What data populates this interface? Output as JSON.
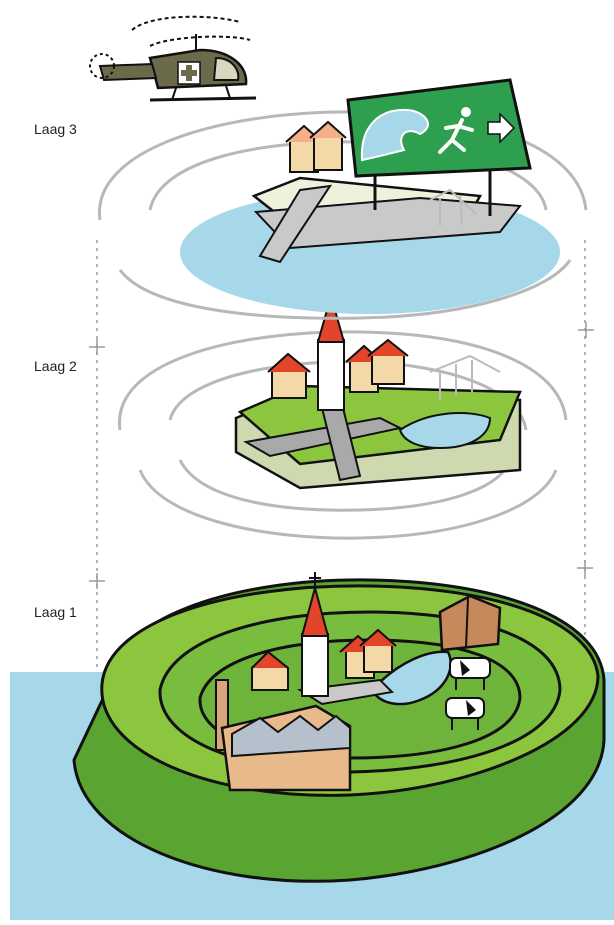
{
  "labels": {
    "layer3": "Laag 3",
    "layer2": "Laag 2",
    "layer1": "Laag 1"
  },
  "colors": {
    "water": "#a6d8ea",
    "dike_light": "#8cc63f",
    "dike_dark": "#5aa532",
    "road": "#b7b7b7",
    "roof": "#e2452a",
    "wall": "#f3d9a8",
    "sign_green": "#2e9e4f",
    "helicopter": "#6b6a4a",
    "dashed_line": "#9a9a9a"
  },
  "icons": [
    "helicopter-icon",
    "evacuation-sign-icon",
    "running-person-icon",
    "wave-icon",
    "arrow-right-icon",
    "cross-icon",
    "church-icon",
    "factory-icon",
    "cow-icon"
  ]
}
